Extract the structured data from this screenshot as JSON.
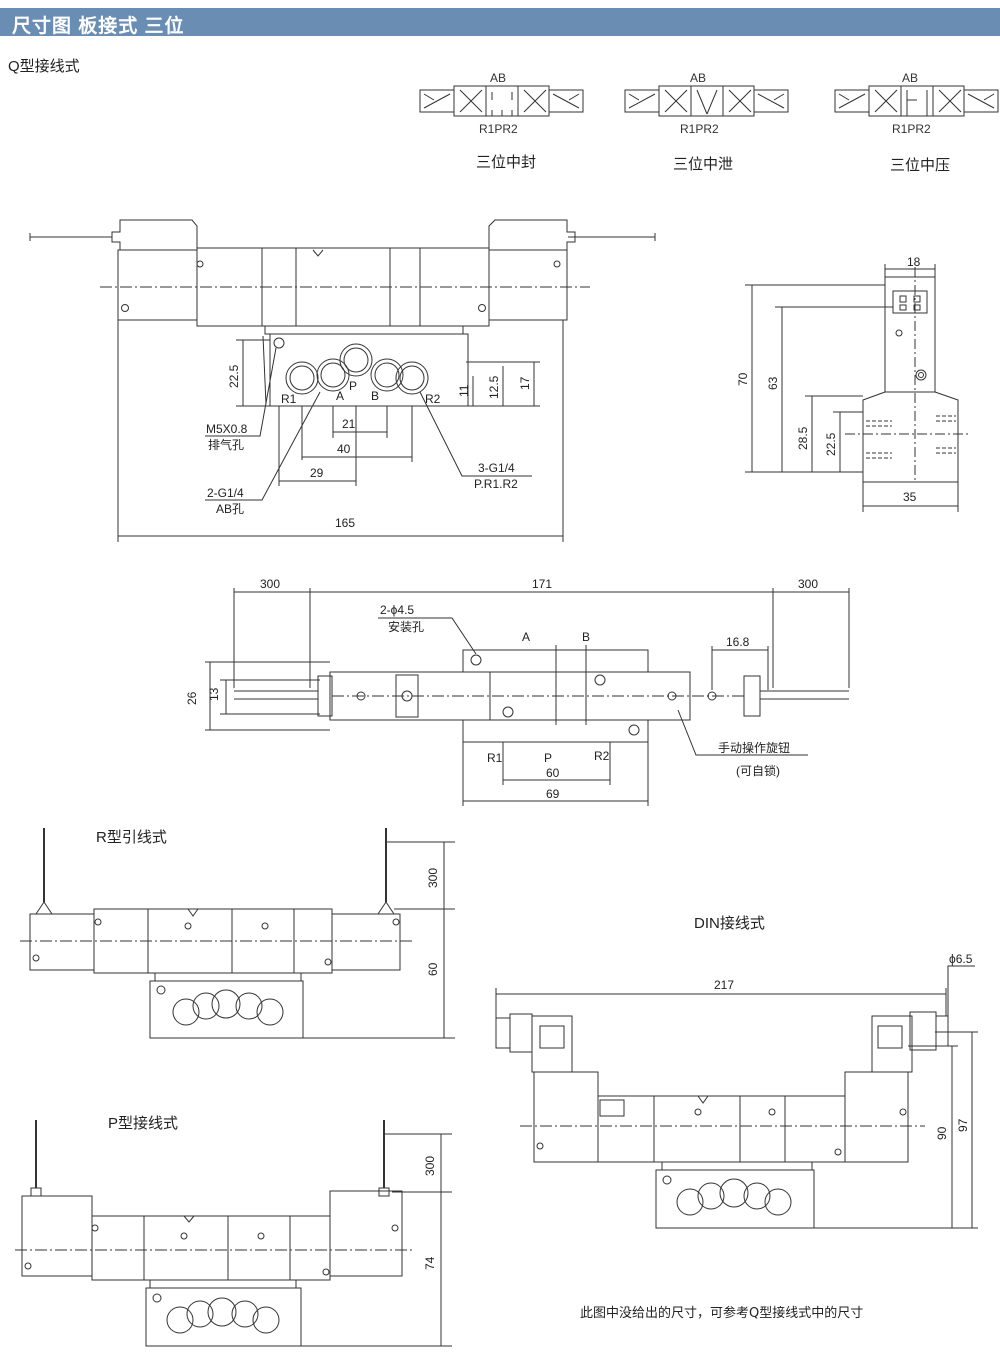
{
  "header": {
    "title": "尺寸图 板接式 三位"
  },
  "sections": {
    "q_type": "Q型接线式",
    "r_type": "R型引线式",
    "p_type": "P型接线式",
    "din_type": "DIN接线式"
  },
  "symbols": [
    {
      "top": "AB",
      "bottom": "R1PR2",
      "caption": "三位中封"
    },
    {
      "top": "AB",
      "bottom": "R1PR2",
      "caption": "三位中泄"
    },
    {
      "top": "AB",
      "bottom": "R1PR2",
      "caption": "三位中压"
    }
  ],
  "front_view": {
    "ports": {
      "r1": "R1",
      "a": "A",
      "p": "P",
      "b": "B",
      "r2": "R2"
    },
    "dims": {
      "d22_5": "22.5",
      "d11": "11",
      "d12_5": "12.5",
      "d17": "17",
      "d21": "21",
      "d40": "40",
      "d29": "29",
      "d165": "165"
    },
    "notes": {
      "m5_1": "M5X0.8",
      "m5_2": "排气孔",
      "g14_1": "2-G1/4",
      "g14_2": "AB孔",
      "g3_1": "3-G1/4",
      "g3_2": "P.R1.R2"
    }
  },
  "side_view": {
    "dims": {
      "d18": "18",
      "d70": "70",
      "d63": "63",
      "d28_5": "28.5",
      "d22_5": "22.5",
      "d35": "35"
    }
  },
  "top_view": {
    "dims": {
      "d300a": "300",
      "d171": "171",
      "d300b": "300",
      "d16_8": "16.8",
      "d26": "26",
      "d13": "13",
      "d60": "60",
      "d69": "69"
    },
    "ports": {
      "a": "A",
      "b": "B",
      "r1": "R1",
      "p": "P",
      "r2": "R2"
    },
    "notes": {
      "hole_1": "2-ϕ4.5",
      "hole_2": "安装孔",
      "manual_1": "手动操作旋钮",
      "manual_2": "(可自锁)"
    }
  },
  "r_view": {
    "dims": {
      "d300": "300",
      "d60": "60"
    }
  },
  "p_view": {
    "dims": {
      "d300": "300",
      "d74": "74"
    }
  },
  "din_view": {
    "dims": {
      "d217": "217",
      "d6_5": "ϕ6.5",
      "d90": "90",
      "d97": "97"
    }
  },
  "footer_note": "此图中没给出的尺寸，可参考Q型接线式中的尺寸"
}
